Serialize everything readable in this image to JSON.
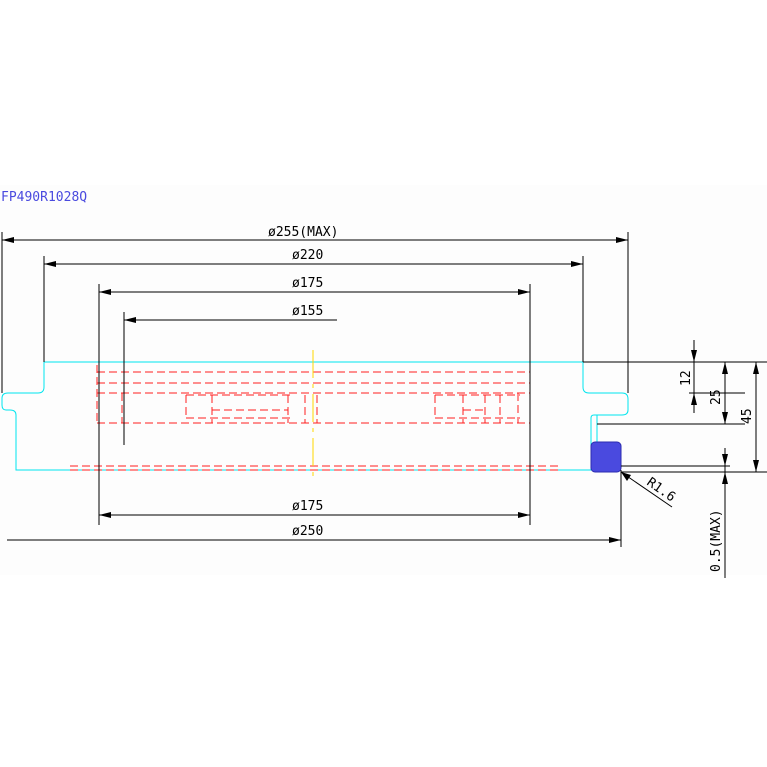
{
  "drawing": {
    "part_number": "FP490R1028Q",
    "colors": {
      "outline": "#00e5ee",
      "hidden_lines": "#ff2020",
      "center_line": "#ffd700",
      "seal_fill": "#4a4adf",
      "dimension": "#000000",
      "title": "#4a4adf"
    },
    "dimensions": {
      "d255_max": "ø255(MAX)",
      "d220": "ø220",
      "d175_top": "ø175",
      "d155": "ø155",
      "d175_bottom": "ø175",
      "d250": "ø250",
      "h12": "12",
      "h25": "25",
      "h45": "45",
      "radius": "R1.6",
      "gap": "0.5(MAX)"
    }
  }
}
